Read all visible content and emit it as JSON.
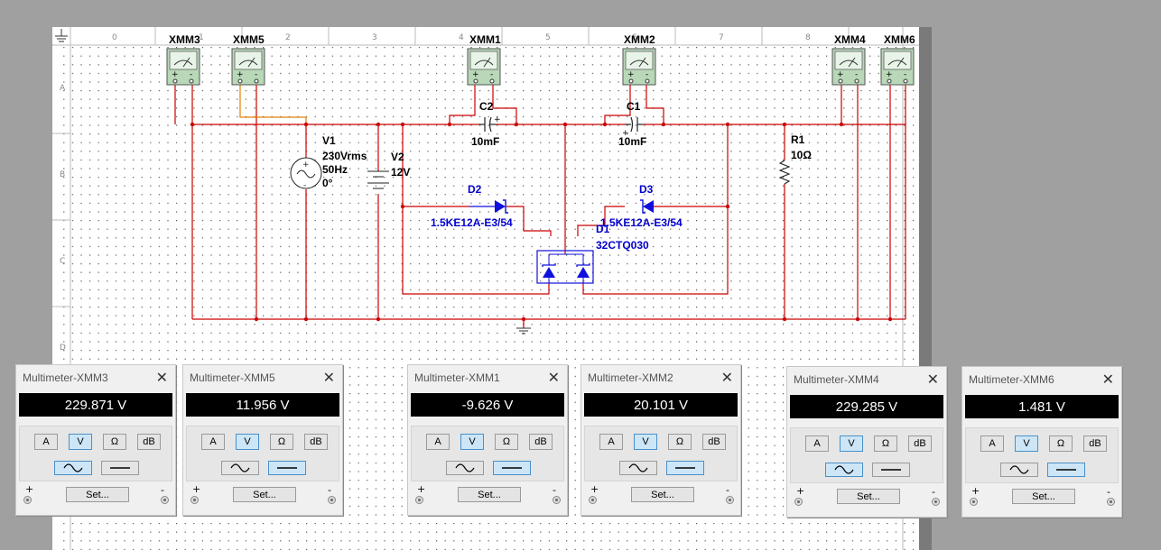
{
  "ruler": {
    "cols": [
      "0",
      "1",
      "2",
      "3",
      "4",
      "5",
      "6",
      "7",
      "8"
    ],
    "rows": [
      "A",
      "B",
      "C",
      "D"
    ]
  },
  "instruments": [
    {
      "id": "XMM3",
      "label": "XMM3"
    },
    {
      "id": "XMM5",
      "label": "XMM5"
    },
    {
      "id": "XMM1",
      "label": "XMM1"
    },
    {
      "id": "XMM2",
      "label": "XMM2"
    },
    {
      "id": "XMM4",
      "label": "XMM4"
    },
    {
      "id": "XMM6",
      "label": "XMM6"
    }
  ],
  "components": {
    "v1": {
      "name": "V1",
      "value": "230Vrms",
      "freq": "50Hz",
      "phase": "0°"
    },
    "v2": {
      "name": "V2",
      "value": "12V"
    },
    "c2": {
      "name": "C2",
      "value": "10mF"
    },
    "c1": {
      "name": "C1",
      "value": "10mF"
    },
    "r1": {
      "name": "R1",
      "value": "10Ω"
    },
    "d2": {
      "name": "D2",
      "part": "1.5KE12A-E3/54"
    },
    "d3": {
      "name": "D3",
      "part": "1.5KE12A-E3/54"
    },
    "d1": {
      "name": "D1",
      "part": "32CTQ030"
    }
  },
  "multimeters": [
    {
      "title": "Multimeter-XMM3",
      "reading": "229.871 V",
      "mode": "V",
      "wave": "ac"
    },
    {
      "title": "Multimeter-XMM5",
      "reading": "11.956 V",
      "mode": "V",
      "wave": "dc"
    },
    {
      "title": "Multimeter-XMM1",
      "reading": "-9.626 V",
      "mode": "V",
      "wave": "dc"
    },
    {
      "title": "Multimeter-XMM2",
      "reading": "20.101 V",
      "mode": "V",
      "wave": "dc"
    },
    {
      "title": "Multimeter-XMM4",
      "reading": "229.285 V",
      "mode": "V",
      "wave": "ac"
    },
    {
      "title": "Multimeter-XMM6",
      "reading": "1.481 V",
      "mode": "V",
      "wave": "dc"
    }
  ],
  "buttons": {
    "a": "A",
    "v": "V",
    "ohm": "Ω",
    "db": "dB",
    "set": "Set...",
    "plus": "+",
    "minus": "-",
    "close": "✕"
  },
  "colors": {
    "wire": "#cc0000",
    "orange_wire": "#e08000",
    "diode": "#1010dd",
    "background": "#a0a0a0",
    "canvas": "#ffffff"
  }
}
